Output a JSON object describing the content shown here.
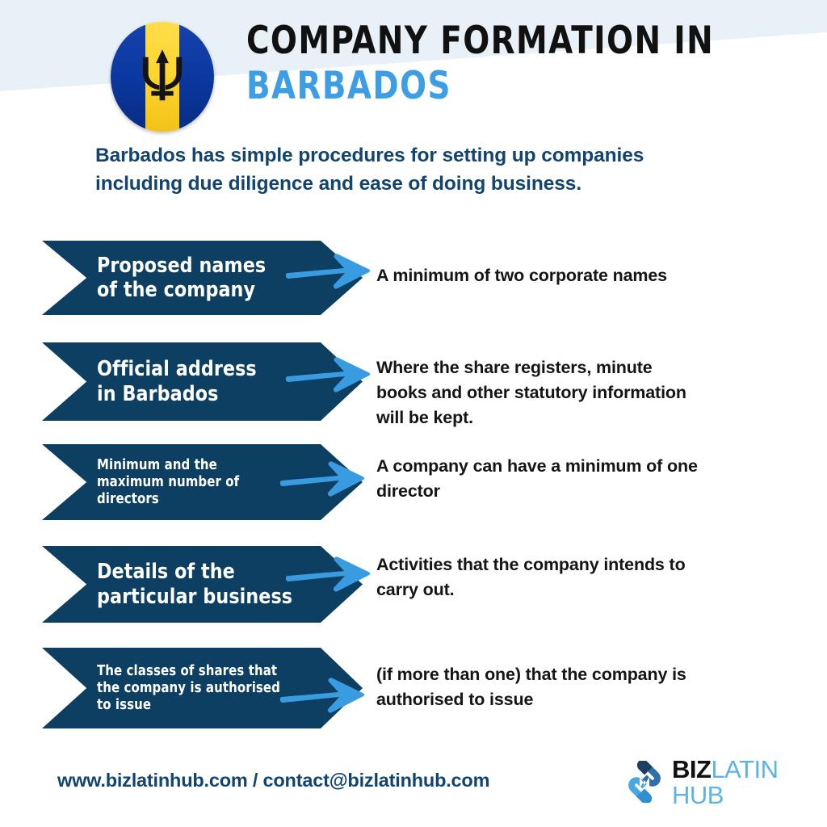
{
  "colors": {
    "navy": "#0d3f63",
    "heading_navy": "#114470",
    "accent_blue": "#3e9ee5",
    "arrow_blue": "#3a9ce0",
    "band_light": "#e8f1f8",
    "logo_light_blue": "#5bb3e8",
    "flag_blue": "#0b38a0",
    "flag_yellow": "#ffd52e",
    "body_text": "#151515"
  },
  "header": {
    "flag_icon": "barbados-flag-circle-icon",
    "title_line1": "COMPANY FORMATION IN",
    "title_line2": "BARBADOS"
  },
  "subtitle": {
    "line1": "Barbados has simple procedures for setting up companies",
    "line2": "including due diligence and ease of doing business."
  },
  "rows": [
    {
      "label_lines": [
        "Proposed names",
        "of the company"
      ],
      "label_size": "big",
      "description_lines": [
        "A minimum of two corporate names"
      ],
      "arrow_icon": "arrow-right-icon"
    },
    {
      "label_lines": [
        "Official address",
        "in Barbados"
      ],
      "label_size": "big",
      "description_lines": [
        "Where the share registers, minute",
        "books and other statutory information",
        "will be kept."
      ],
      "arrow_icon": "arrow-right-icon"
    },
    {
      "label_lines": [
        "Minimum and the",
        "maximum number of",
        "directors"
      ],
      "label_size": "small",
      "description_lines": [
        "A company can have a minimum of one",
        "director"
      ],
      "arrow_icon": "arrow-right-icon"
    },
    {
      "label_lines": [
        "Details of the",
        "particular business"
      ],
      "label_size": "big",
      "description_lines": [
        "Activities that the company intends to",
        "carry out."
      ],
      "arrow_icon": "arrow-right-icon"
    },
    {
      "label_lines": [
        "The classes of shares that",
        "the company is authorised",
        "to issue"
      ],
      "label_size": "small",
      "description_lines": [
        "(if more than one) that the company is",
        "authorised to issue"
      ],
      "arrow_icon": "arrow-right-icon"
    }
  ],
  "footer": {
    "contact": "www.bizlatinhub.com / contact@bizlatinhub.com",
    "logo": {
      "mark_icon": "bizlatinhub-logo-mark-icon",
      "word_biz": "BIZ",
      "word_latin": "LATIN",
      "word_hub": "HUB"
    }
  }
}
